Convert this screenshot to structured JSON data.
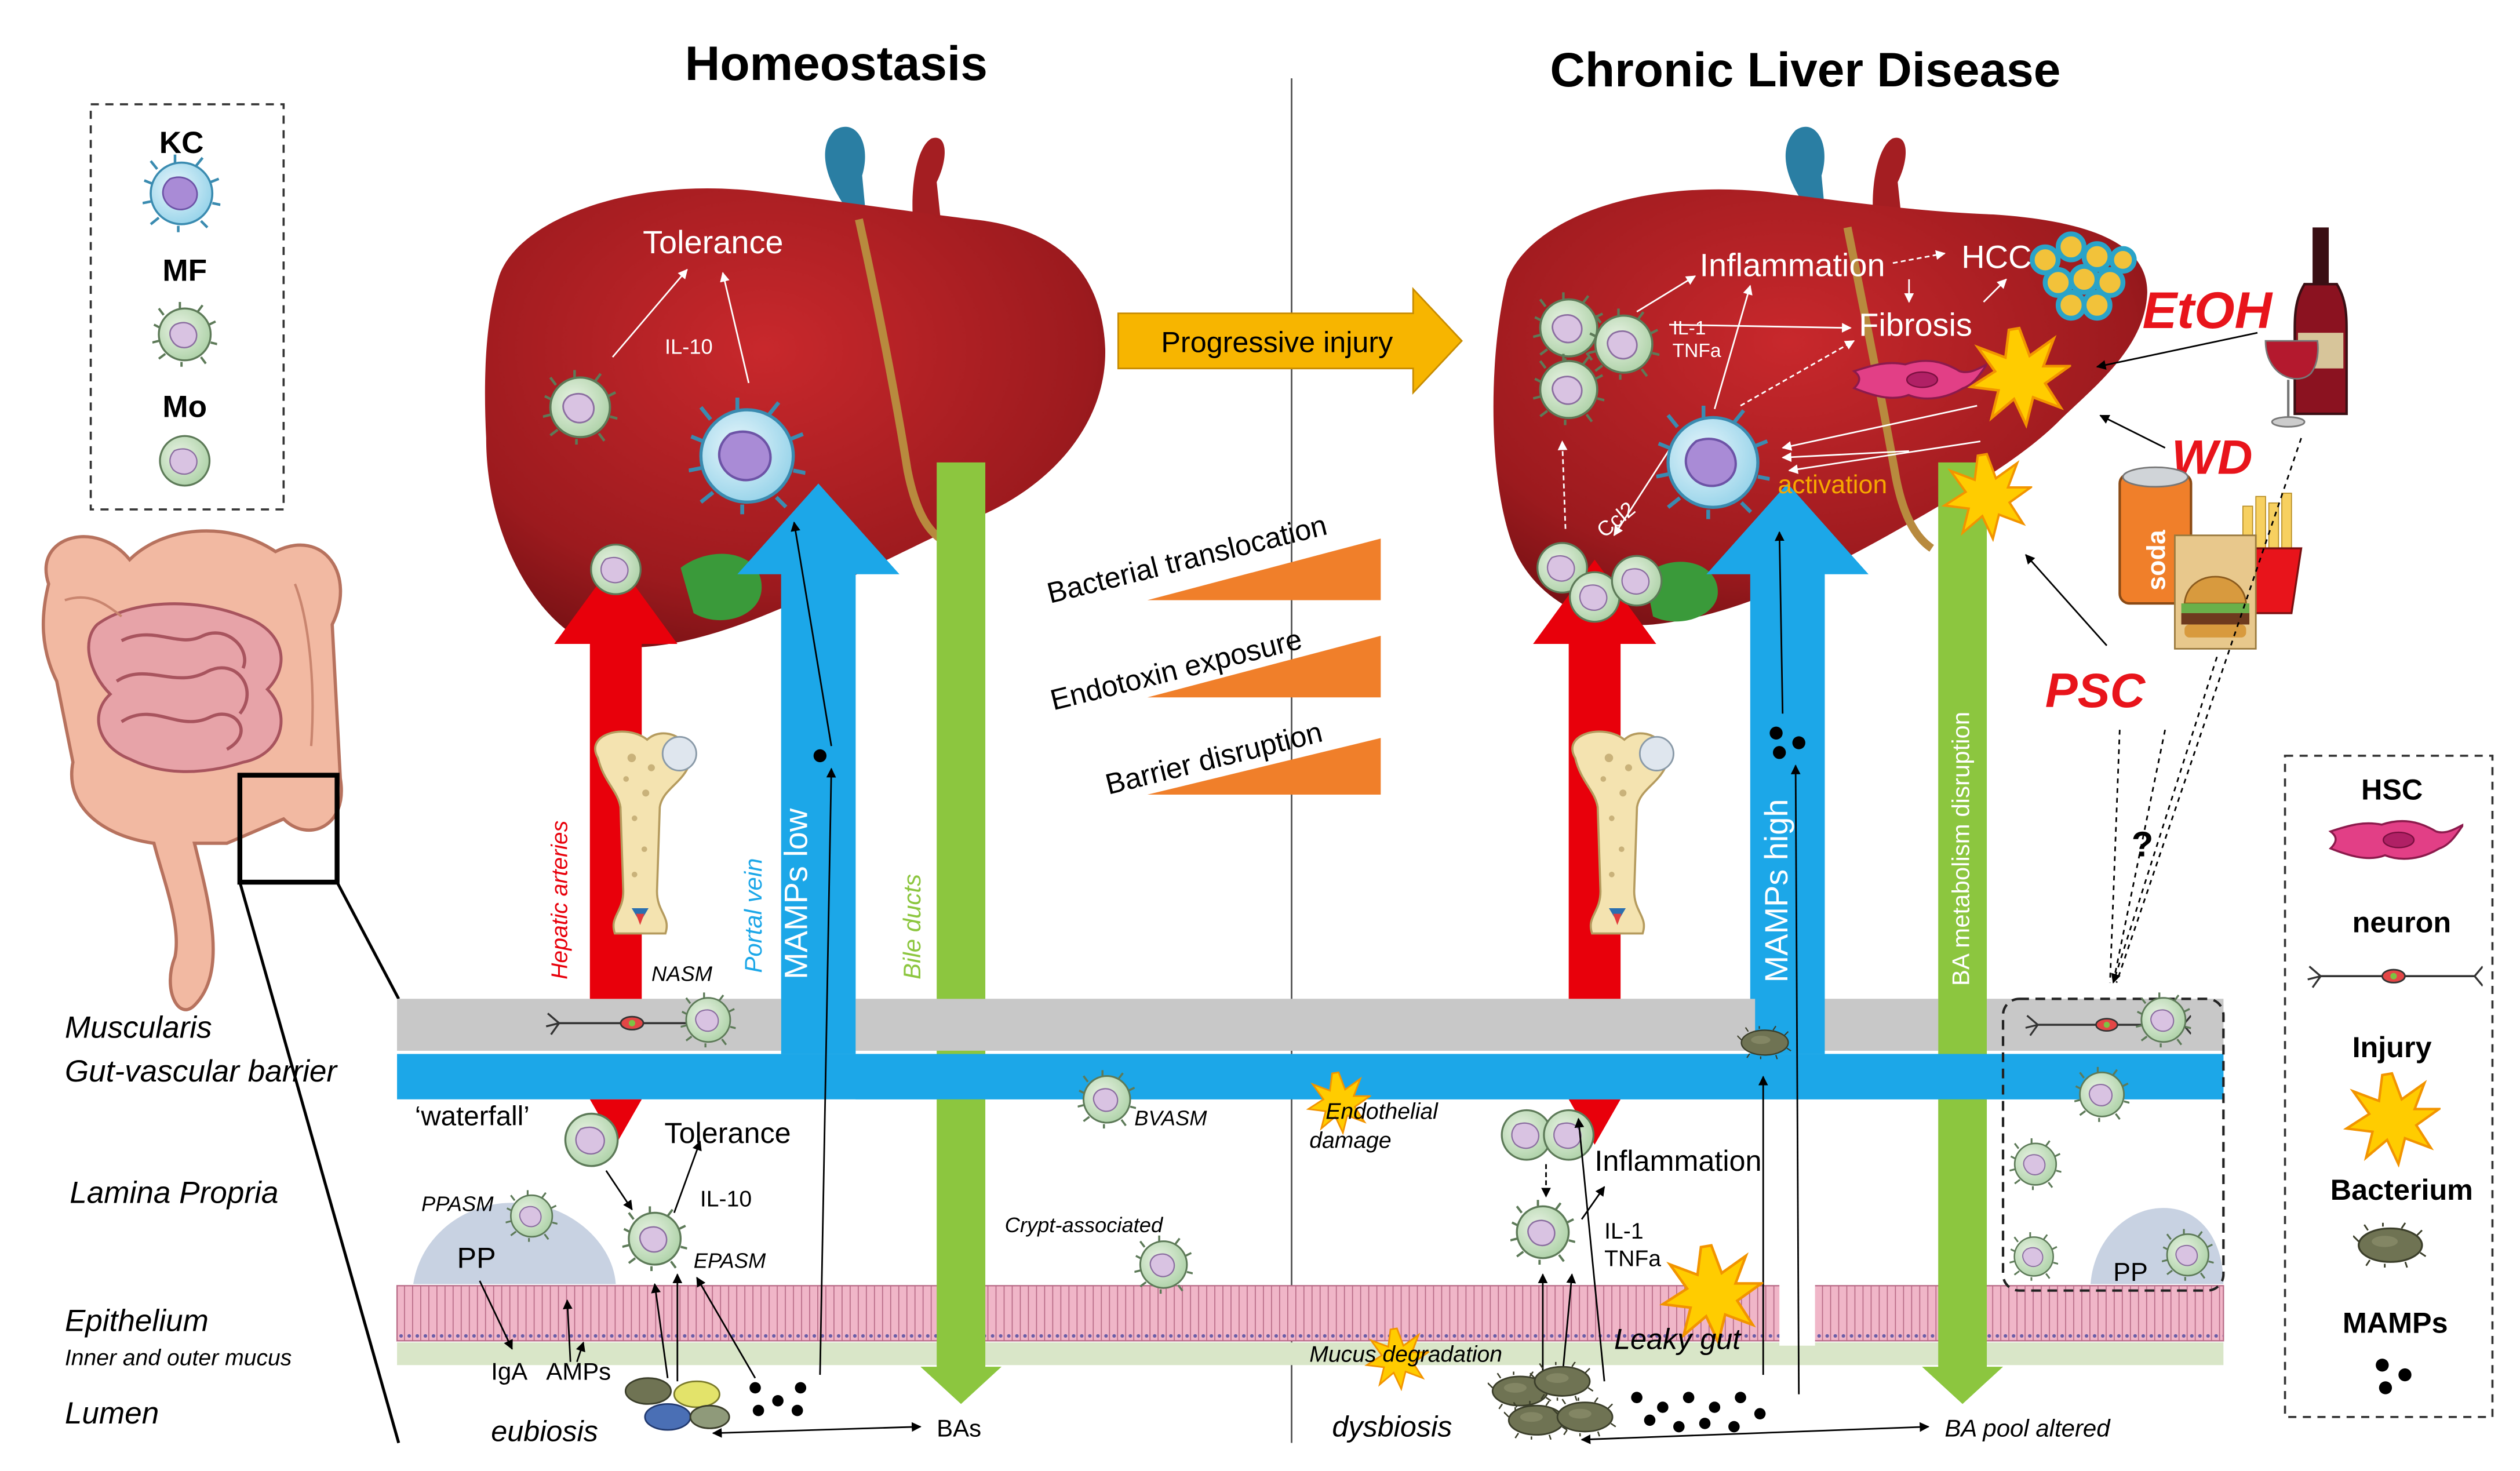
{
  "titles": {
    "left": "Homeostasis",
    "right": "Chronic Liver Disease"
  },
  "legend_left": {
    "kc": "KC",
    "mf": "MF",
    "mo": "Mo"
  },
  "legend_right": {
    "hsc": "HSC",
    "neuron": "neuron",
    "injury": "Injury",
    "bacterium": "Bacterium",
    "mamps": "MAMPs"
  },
  "layers": {
    "muscularis": "Muscularis",
    "gut_vascular_barrier": "Gut-vascular barrier",
    "lamina_propria": "Lamina Propria",
    "epithelium": "Epithelium",
    "mucus": "Inner and outer mucus",
    "lumen": "Lumen"
  },
  "homeostasis": {
    "tolerance_liver": "Tolerance",
    "il10_liver": "IL-10",
    "hepatic_arteries": "Hepatic arteries",
    "portal_vein": "Portal vein",
    "mamps_low": "MAMPs low",
    "bile_ducts": "Bile ducts",
    "nasm": "NASM",
    "waterfall": "‘waterfall’",
    "tolerance_gut": "Tolerance",
    "il10_gut": "IL-10",
    "ppasm": "PPASM",
    "epasm": "EPASM",
    "pp": "PP",
    "iga": "IgA",
    "amps": "AMPs",
    "eubiosis": "eubiosis",
    "bas": "BAs",
    "bvasm": "BVASM",
    "crypt": "Crypt-associated"
  },
  "middle": {
    "progressive_injury": "Progressive injury",
    "bacterial_translocation": "Bacterial translocation",
    "endotoxin_exposure": "Endotoxin exposure",
    "barrier_disruption": "Barrier disruption"
  },
  "disease": {
    "inflammation_liver": "Inflammation",
    "hcc": "HCC",
    "fibrosis": "Fibrosis",
    "il1_liver": "IL-1",
    "tnfa_liver": "TNFa",
    "ccl2": "Ccl2",
    "activation": "activation",
    "etoh": "EtOH",
    "wd": "WD",
    "psc": "PSC",
    "question": "?",
    "soda": "soda",
    "mamps_high": "MAMPs high",
    "ba_disruption": "BA metabolism disruption",
    "endothelial_damage": "Endothelial damage",
    "inflammation_gut": "Inflammation",
    "il1_gut": "IL-1",
    "tnfa_gut": "TNFa",
    "leaky_gut": "Leaky gut",
    "mucus_degradation": "Mucus degradation",
    "dysbiosis": "dysbiosis",
    "ba_pool_altered": "BA pool altered",
    "pp": "PP"
  },
  "colors": {
    "liver": "#a41e22",
    "artery": "#e8000b",
    "portal": "#1ca7e8",
    "bile": "#8cc63f",
    "progressive_arrow": "#f7b500",
    "wedge": "#f07f2a",
    "injury": "#ffcc00",
    "red_text": "#e8141b",
    "activation_text": "#f7a800"
  }
}
